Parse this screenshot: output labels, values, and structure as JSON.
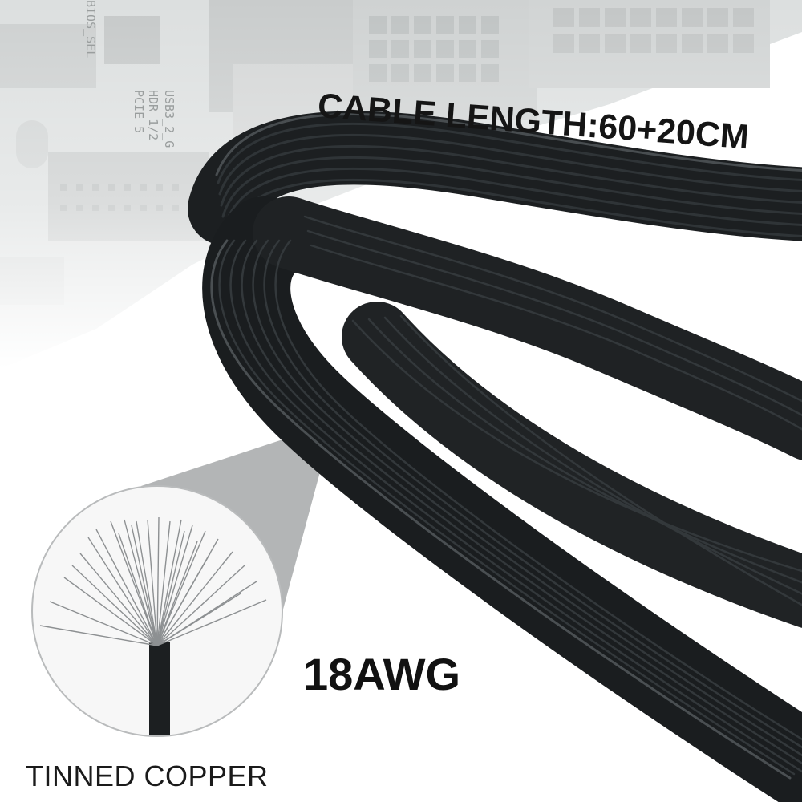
{
  "product_photo": {
    "headline": "CABLE LENGTH:60+20CM",
    "wire_gauge": "18AWG",
    "conductor_material": "TINNED COPPER",
    "board_silkscreen": [
      "USB3_2_G",
      "HDR 1/2",
      "PCIE_5",
      "BIOS_SEL"
    ],
    "cable_color": "#1e2123",
    "board_tint": "#e6e8e8"
  }
}
